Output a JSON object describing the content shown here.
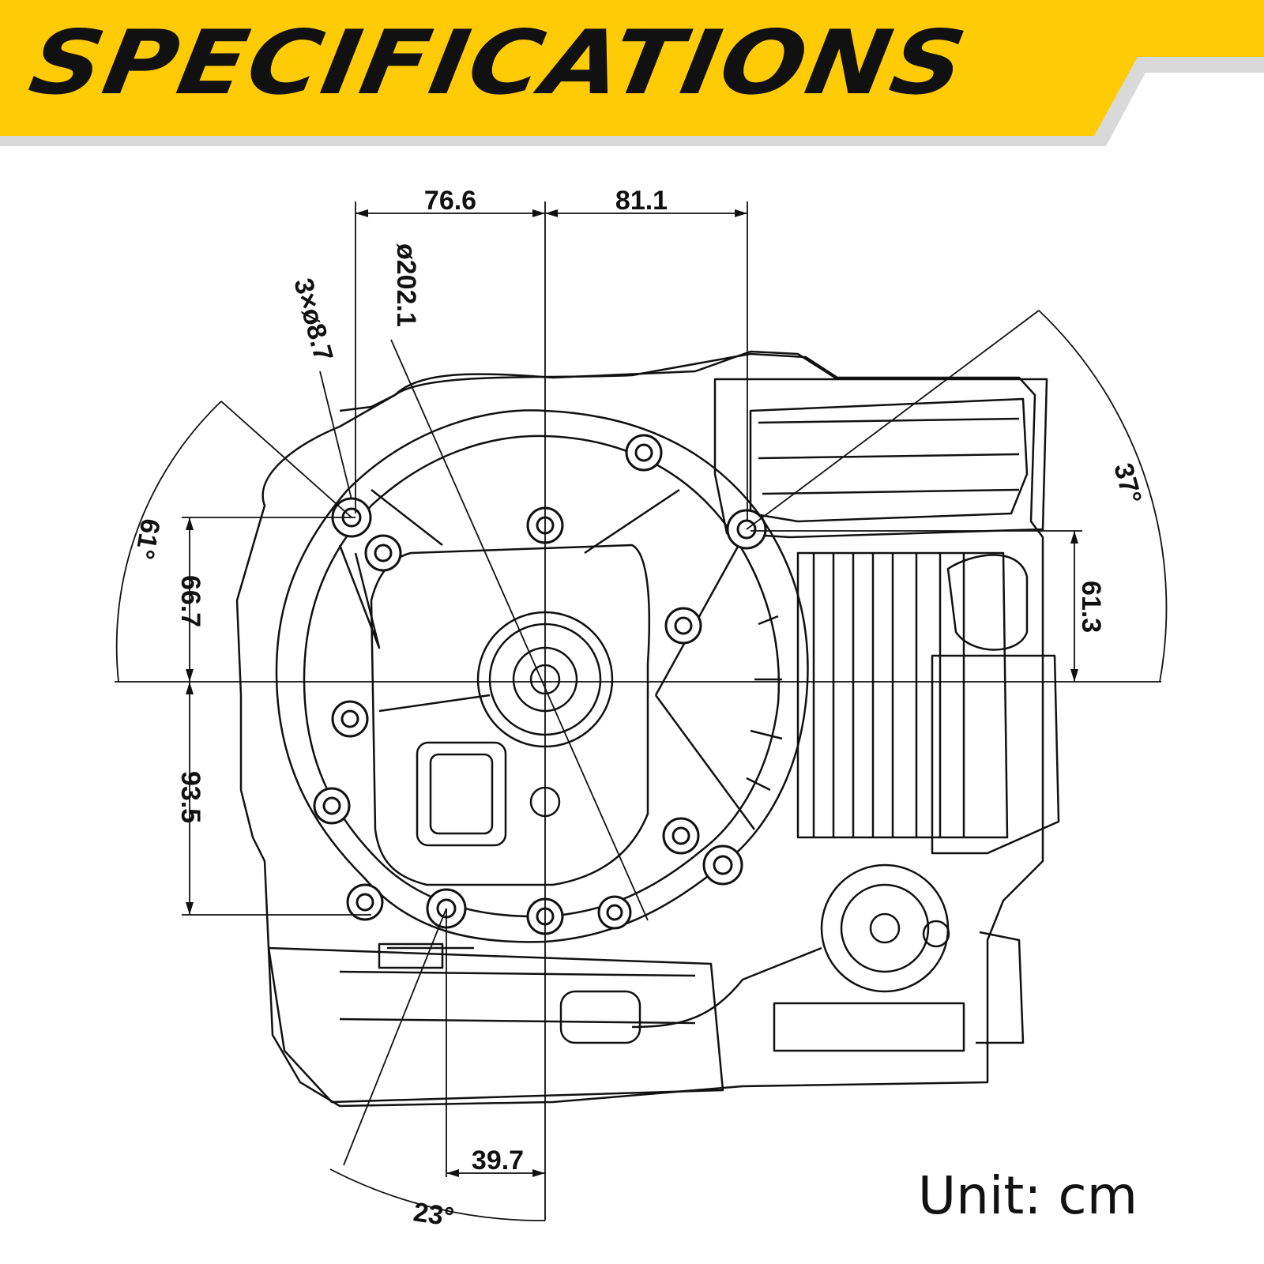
{
  "header": {
    "title": "SPECIFICATIONS",
    "accent_color": "#FFCB05",
    "shadow_color": "#D9D9D9"
  },
  "dimensions": {
    "width_left": "76.6",
    "width_right": "81.1",
    "flange_diameter": "ø202.1",
    "bolt_holes": "3×ø8.7",
    "angle_left": "61°",
    "angle_right": "37°",
    "height_upper_left": "66.7",
    "height_lower_left": "93.5",
    "height_right": "61.3",
    "offset_bottom": "39.7",
    "angle_bottom": "23°"
  },
  "unit_label": "Unit: cm"
}
